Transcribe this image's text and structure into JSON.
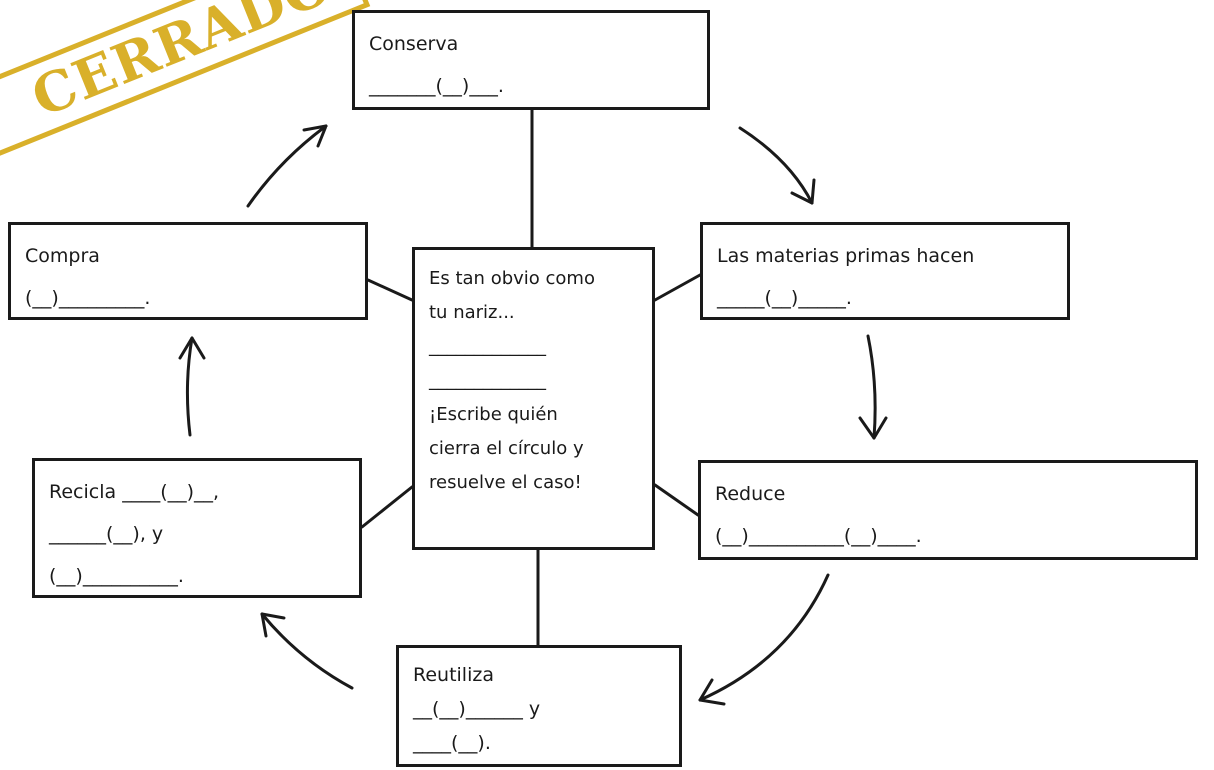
{
  "stamp": {
    "text": "CERRADO"
  },
  "center": {
    "line1": "Es tan obvio como",
    "line2": "tu nariz...",
    "blank1": "_____________",
    "blank2": "_____________",
    "line3": "¡Escribe quién",
    "line4": "cierra el círculo y",
    "line5": "resuelve el caso!"
  },
  "boxes": {
    "conserva": {
      "title": "Conserva",
      "line1": "_______(__)___."
    },
    "materias": {
      "title": "Las materias primas hacen",
      "line1": "_____(__)_____."
    },
    "reduce": {
      "title": "Reduce",
      "line1": "(__)__________(__)____."
    },
    "reutiliza": {
      "title": "Reutiliza",
      "line1": "__(__)______ y",
      "line2": "____(__)."
    },
    "recicla": {
      "title": "Recicla",
      "line1": "____(__)__,",
      "line2": "______(__), y",
      "line3": "(__)__________."
    },
    "compra": {
      "title": "Compra",
      "line1": "(__)_________."
    }
  },
  "colors": {
    "ink": "#1a1a1a",
    "stamp": "#d9b02a"
  }
}
